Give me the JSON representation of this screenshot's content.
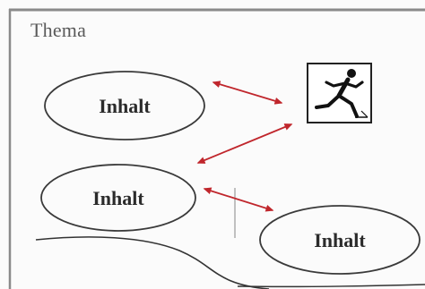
{
  "diagram": {
    "title": "Thema",
    "nodes": [
      {
        "id": "inhalt-1",
        "label": "Inhalt"
      },
      {
        "id": "inhalt-2",
        "label": "Inhalt"
      },
      {
        "id": "inhalt-3",
        "label": "Inhalt"
      }
    ],
    "icon": "running-person-icon",
    "connections": [
      {
        "from": "inhalt-1",
        "to": "running-person-icon",
        "style": "double-arrow"
      },
      {
        "from": "inhalt-2",
        "to": "running-person-icon",
        "style": "double-arrow"
      },
      {
        "from": "inhalt-2",
        "to": "inhalt-3",
        "style": "double-arrow"
      }
    ],
    "colors": {
      "arrow": "#c0262c",
      "outline": "#3a3a3a",
      "frame": "#7a7a7a"
    }
  }
}
